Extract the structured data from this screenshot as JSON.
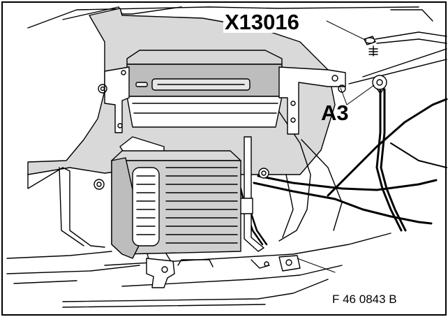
{
  "labels": {
    "connector": "X13016",
    "component": "A3",
    "figure_code": "F 46 0843 B"
  }
}
